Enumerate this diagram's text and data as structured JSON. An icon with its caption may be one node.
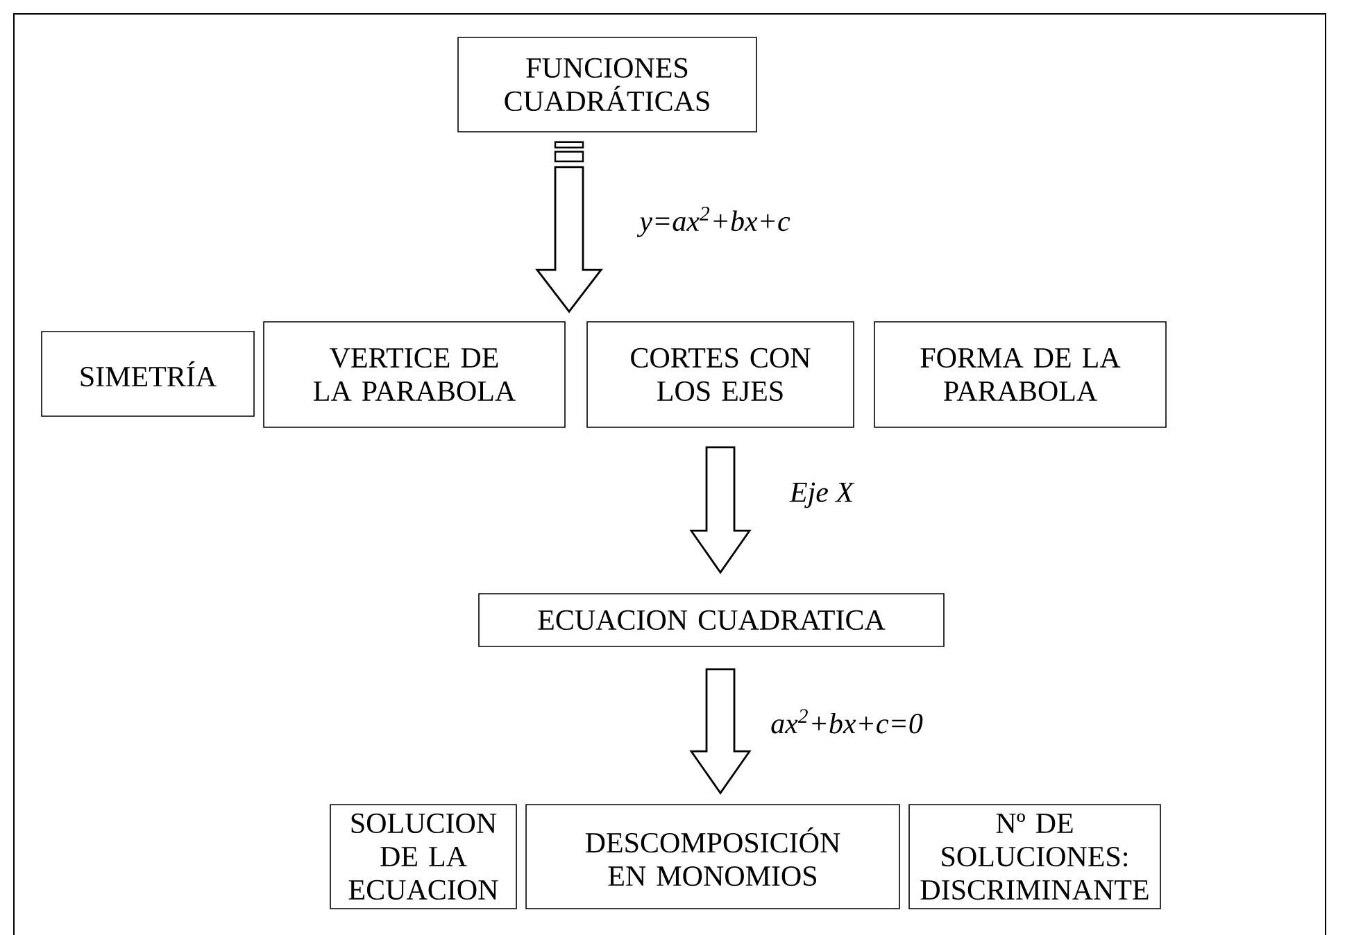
{
  "diagram": {
    "nodes": [
      {
        "text": [
          "FUNCIONES CUADRÁTICAS"
        ]
      },
      {
        "text": [
          "SIMETRÍA"
        ]
      },
      {
        "text": [
          "VERTICE DE LA PARABOLA"
        ]
      },
      {
        "text": [
          "CORTES CON LOS EJES"
        ]
      },
      {
        "text": [
          "FORMA DE LA PARABOLA"
        ]
      },
      {
        "text": [
          "ECUACION CUADRATICA"
        ]
      },
      {
        "text": [
          "SOLUCION DE LA ECUACION"
        ]
      },
      {
        "text": [
          "DESCOMPOSICIÓN EN MONOMIOS"
        ]
      },
      {
        "text": [
          "Nº DE SOLUCIONES: DISCRIMINANTE"
        ]
      }
    ],
    "edges": [
      {
        "from": 0,
        "to": 2,
        "arrow": "to",
        "label": "y=ax$^{2}$+bx+c"
      },
      {
        "from": 3,
        "to": 5,
        "arrow": "to",
        "label": "Eje X"
      },
      {
        "from": 5,
        "to": 7,
        "arrow": "to",
        "label": "ax$^{2}$+bx+c=0"
      }
    ]
  }
}
